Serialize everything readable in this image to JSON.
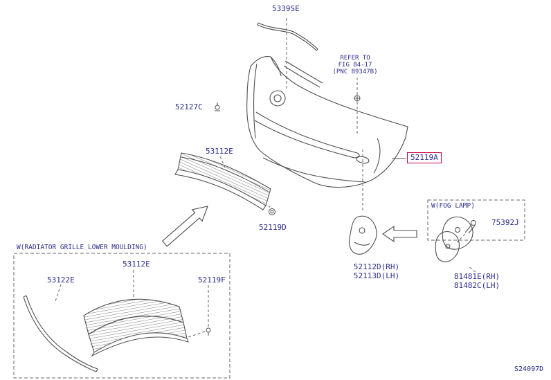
{
  "colors": {
    "label_text": "#2b2d8c",
    "highlight_box": "#cc0044",
    "line_art": "#4d4d4d"
  },
  "diagram": {
    "code": "S24097D",
    "highlighted_part": "52119A",
    "notes": {
      "refer_line1": "REFER TO",
      "refer_line2": "FIG 84-17",
      "refer_line3": "(PNC 89347B)"
    },
    "groups": {
      "fog_lamp_title": "W(FOG LAMP)",
      "lower_moulding_title": "W(RADIATOR GRILLE LOWER MOULDING)"
    },
    "parts": {
      "cowl_seal": "5339SE",
      "clip": "52127C",
      "radiator_grille": "53112E",
      "bumper_cover": "52119A",
      "bolt": "52119D",
      "fog_screw": "75392J",
      "lower_grille": "53112E",
      "lower_moulding": "53122E",
      "lower_clip": "52119F",
      "bracket_rh": "52112D(RH)",
      "bracket_lh": "52113D(LH)",
      "fog_bracket_rh": "81481E(RH)",
      "fog_bracket_lh": "81482C(LH)"
    }
  }
}
